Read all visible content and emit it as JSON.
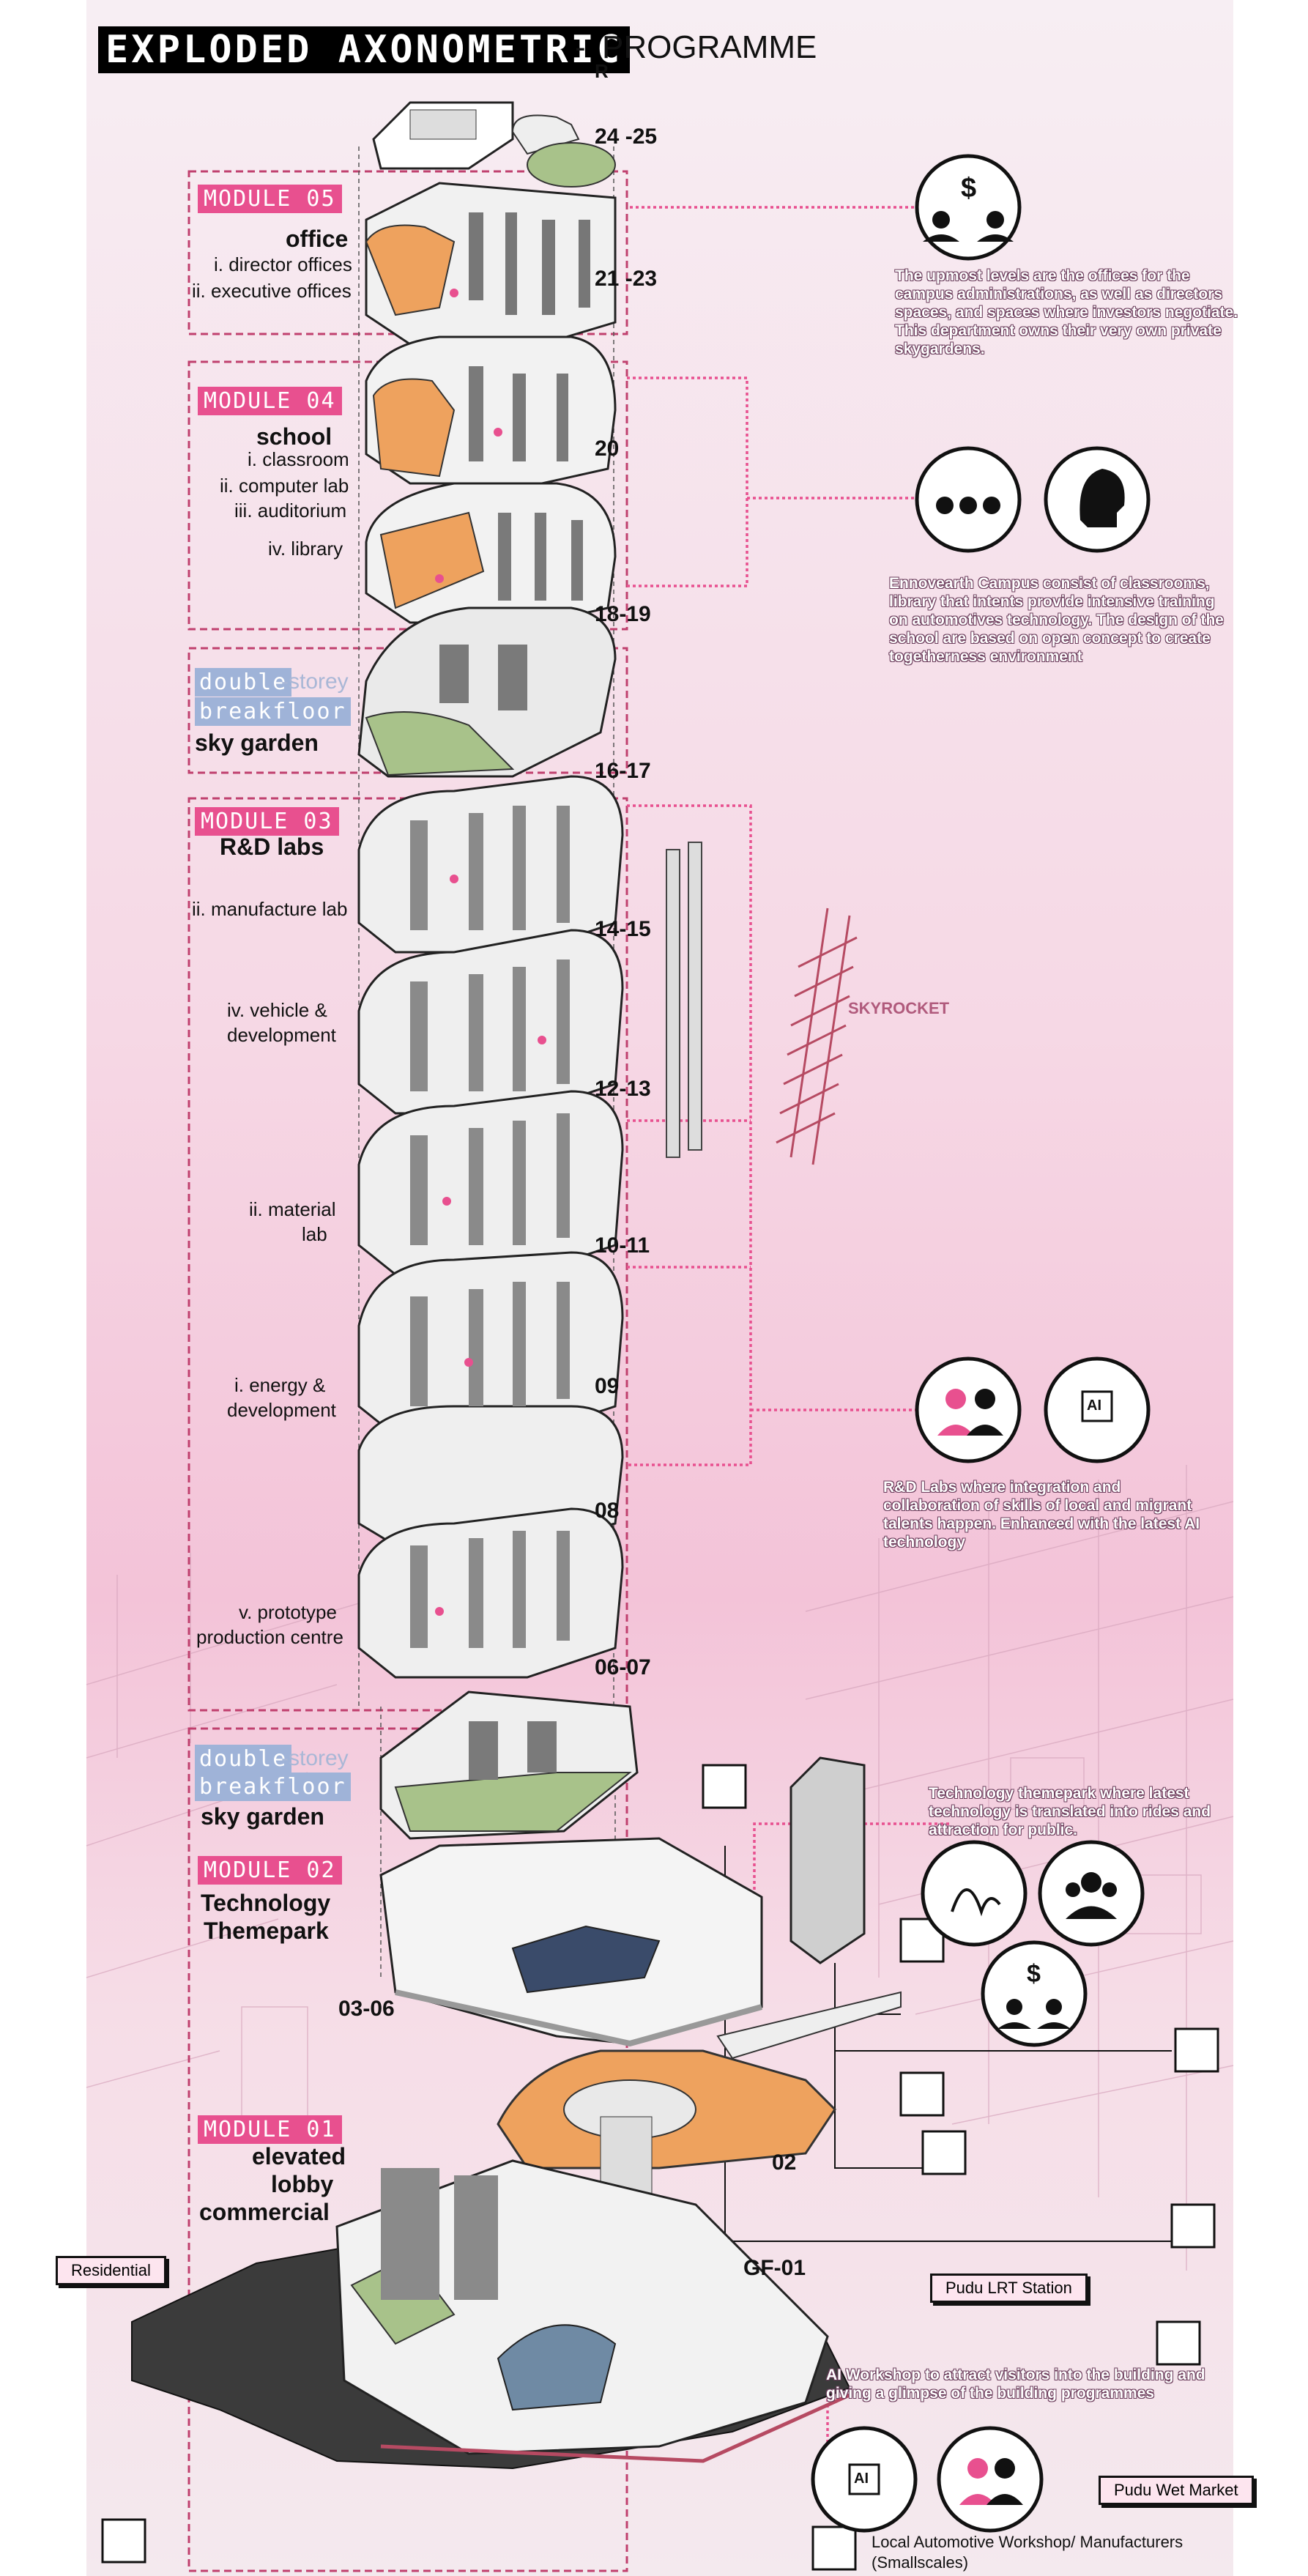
{
  "title": {
    "black": "EXPLODED AXONOMETRIC",
    "dash": "-",
    "suffix": "PROGRAMME",
    "marker": "R"
  },
  "levels": [
    "24 -25",
    "21 -23",
    "20",
    "18-19",
    "16-17",
    "14-15",
    "12-13",
    "10-11",
    "09",
    "08",
    "06-07",
    "03-06",
    "02",
    "GF-01"
  ],
  "modules": {
    "m5": {
      "tag": "MODULE 05",
      "name": "office",
      "items": [
        "i. director offices",
        "ii. executive offices"
      ]
    },
    "m4": {
      "tag": "MODULE 04",
      "name": "school",
      "items": [
        "i. classroom",
        "ii. computer lab",
        "iii. auditorium",
        "iv. library"
      ]
    },
    "sg1": {
      "pill1": "double",
      "pill1_sub": "-storey",
      "pill2": "breakfloor",
      "name": "sky garden"
    },
    "m3": {
      "tag": "MODULE 03",
      "name": "R&D labs",
      "items": [
        "ii. manufacture lab",
        "iv. vehicle &",
        "development",
        "ii. material",
        "lab",
        "i. energy &",
        "development",
        "v. prototype",
        "production centre"
      ]
    },
    "sg2": {
      "pill1": "double",
      "pill1_sub": "-storey",
      "pill2": "breakfloor",
      "name": "sky garden"
    },
    "m2": {
      "tag": "MODULE 02",
      "name1": "Technology",
      "name2": "Themepark"
    },
    "m1": {
      "tag": "MODULE 01",
      "name1": "elevated",
      "name2": "lobby",
      "name3": "commercial"
    }
  },
  "descriptions": {
    "office": "The upmost levels are the offices for the campus administrations, as well as directors spaces, and spaces where investors negotiate. This department owns their very own private skygardens.",
    "school": "Ennovearth Campus consist of classrooms, library that intents provide intensive training on automotives technology. The design of the school are based on open concept to create togetherness environment",
    "rnd": "R&D Labs where integration and collaboration of skills of local and migrant talents happen. Enhanced with the latest AI technology",
    "themepark": "Technology themepark where latest technology is translated into rides and attraction for public.",
    "workshop": "AI Workshop to attract visitors into the building and giving a glimpse of the building programmes"
  },
  "skyrocket": "SKYROCKET",
  "tags": {
    "residential": "Residential",
    "lrt": "Pudu LRT Station",
    "wet_market": "Pudu Wet Market"
  },
  "footer": {
    "line1": "Local Automotive Workshop/ Manufacturers",
    "line2": "(Smallscales)"
  },
  "icons": {
    "ai": "AI",
    "dollar": "$"
  },
  "colors": {
    "accent": "#e8508f",
    "pill": "#9fb3d8",
    "orange": "#eea25e",
    "green": "#8fb56b"
  }
}
